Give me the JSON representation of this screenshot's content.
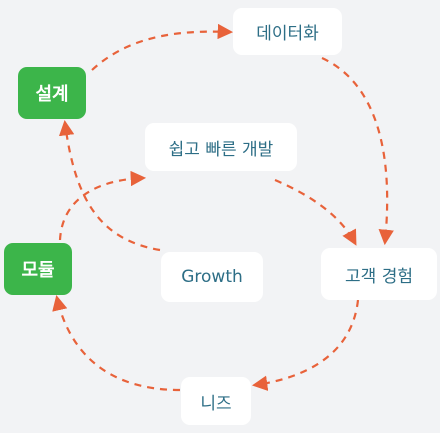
{
  "colors": {
    "background": "#f2f3f5",
    "arrow": "#e8623a",
    "green_node": "#3cb54a",
    "white_node_text": "#2d6e86"
  },
  "nodes": {
    "design": {
      "label": "설계"
    },
    "module": {
      "label": "모듈"
    },
    "datafy": {
      "label": "데이터화"
    },
    "fast_dev": {
      "label": "쉽고 빠른 개발"
    },
    "growth": {
      "label": "Growth"
    },
    "customer": {
      "label": "고객 경험"
    },
    "needs": {
      "label": "니즈"
    }
  }
}
